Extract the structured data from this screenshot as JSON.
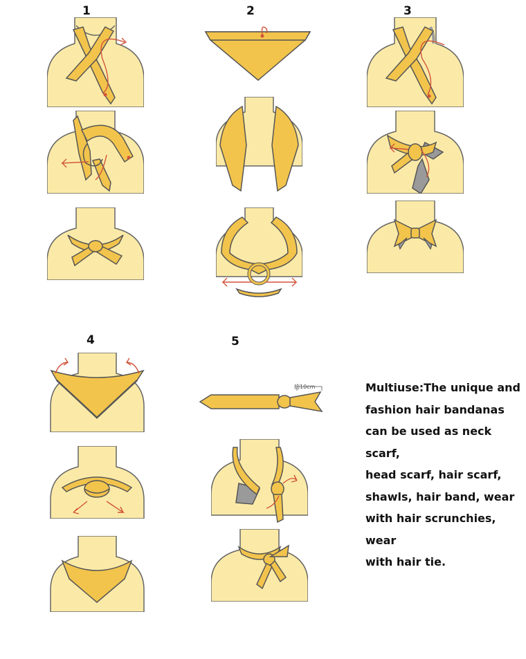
{
  "steps": [
    {
      "number": "1"
    },
    {
      "number": "2"
    },
    {
      "number": "3"
    },
    {
      "number": "4"
    },
    {
      "number": "5"
    }
  ],
  "width_note": "约10cm",
  "description": "Multiuse:The unique and\nfashion hair bandanas\ncan be used as neck scarf,\nhead scarf, hair scarf,\nshawls, hair band, wear\nwith hair scrunchies, wear\nwith hair tie.",
  "colors": {
    "skin": "#fbeaa7",
    "scarf": "#f2c44c",
    "outline": "#555555",
    "arrow": "#d2533a",
    "lining": "#9a9a9a"
  }
}
